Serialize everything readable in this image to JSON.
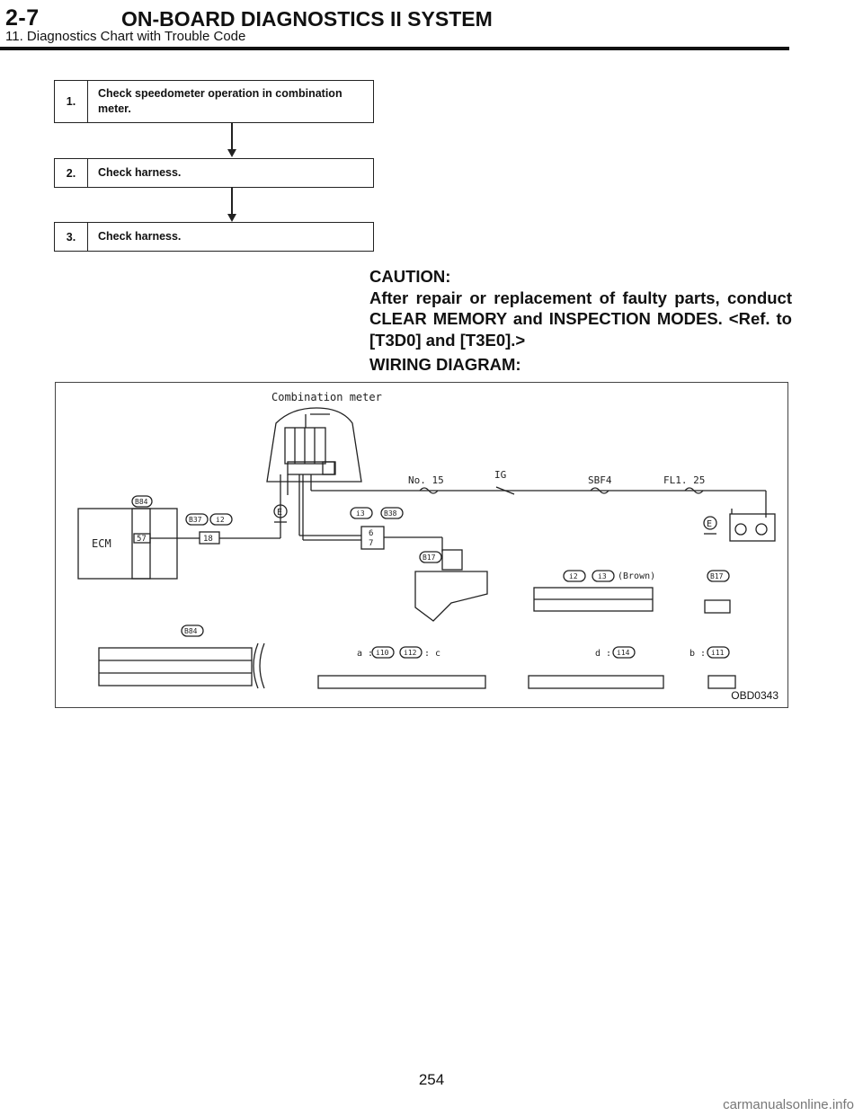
{
  "header": {
    "section": "2-7",
    "title": "ON-BOARD DIAGNOSTICS II SYSTEM",
    "subtitle": "11. Diagnostics Chart with Trouble Code"
  },
  "steps": [
    {
      "num": "1.",
      "text": "Check speedometer operation in combination meter."
    },
    {
      "num": "2.",
      "text": "Check harness."
    },
    {
      "num": "3.",
      "text": "Check harness."
    }
  ],
  "caution": {
    "text": "CAUTION:\nAfter repair or replacement of faulty parts, conduct CLEAR MEMORY and INSPECTION MODES. <Ref. to [T3D0] and [T3E0].>"
  },
  "wiring_title": "WIRING DIAGRAM:",
  "diagram": {
    "combination_meter": "Combination meter",
    "ecm": "ECM",
    "fuse_no15": "No. 15",
    "ig": "IG",
    "sbf4": "SBF4",
    "fl125": "FL1. 25",
    "ground": "E",
    "conn_b84": "B84",
    "conn_b37": "B37",
    "conn_i2": "i2",
    "conn_i3": "i3",
    "conn_b38": "B38",
    "conn_b17": "B17",
    "pin_57": "57",
    "pin_18": "18",
    "pin_6": "6",
    "pin_7": "7",
    "i2_i3_brown": "(Brown)",
    "conn_a": "a :",
    "conn_i10": "i10",
    "conn_i12": "i12",
    "conn_c": ": c",
    "conn_d": "d :",
    "conn_i14": "i14",
    "conn_b": "b :",
    "conn_i11": "i11",
    "figure_code": "OBD0343"
  },
  "footer": {
    "page": "254",
    "site": "carmanualsonline.info"
  }
}
